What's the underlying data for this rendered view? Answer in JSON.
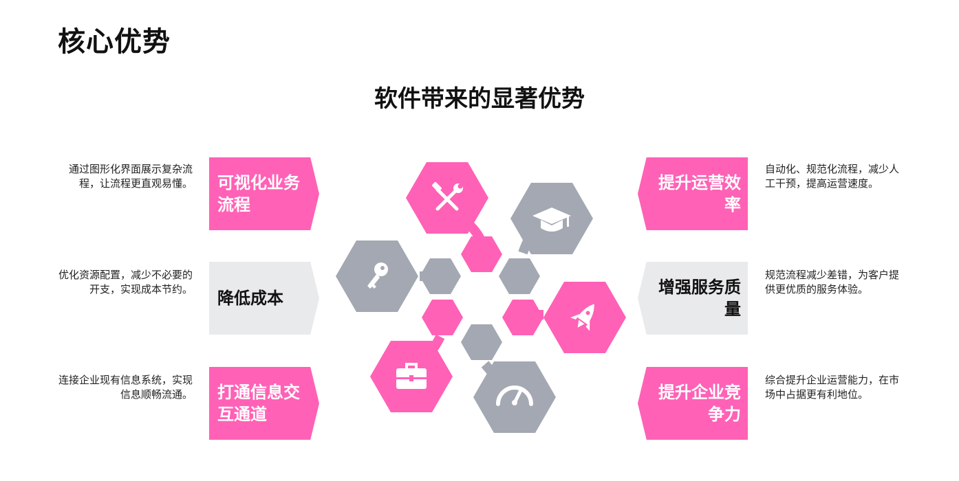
{
  "page": {
    "title": "核心优势",
    "subtitle": "软件带来的显著优势"
  },
  "colors": {
    "pink": "#ff61b6",
    "grey": "#a3a8b2",
    "light_grey": "#e9eaec"
  },
  "left_items": [
    {
      "label": "可视化业务流程",
      "description": "通过图形化界面展示复杂流程，让流程更直观易懂。",
      "style": "pink"
    },
    {
      "label": "降低成本",
      "description": "优化资源配置，减少不必要的开支，实现成本节约。",
      "style": "grey"
    },
    {
      "label": "打通信息交互通道",
      "description": "连接企业现有信息系统，实现信息顺畅流通。",
      "style": "pink"
    }
  ],
  "right_items": [
    {
      "label": "提升运营效率",
      "description": "自动化、规范化流程，减少人工干预，提高运营速度。",
      "style": "pink"
    },
    {
      "label": "增强服务质量",
      "description": "规范流程减少差错，为客户提供更优质的服务体验。",
      "style": "grey"
    },
    {
      "label": "提升企业竞争力",
      "description": "综合提升企业运营能力，在市场中占据更有利地位。",
      "style": "pink"
    }
  ],
  "hexagons": [
    {
      "icon": "tools-icon",
      "color": "pink"
    },
    {
      "icon": "graduation-cap-icon",
      "color": "grey"
    },
    {
      "icon": "key-icon",
      "color": "grey"
    },
    {
      "icon": "rocket-icon",
      "color": "pink"
    },
    {
      "icon": "toolbox-icon",
      "color": "pink"
    },
    {
      "icon": "speedometer-icon",
      "color": "grey"
    }
  ]
}
